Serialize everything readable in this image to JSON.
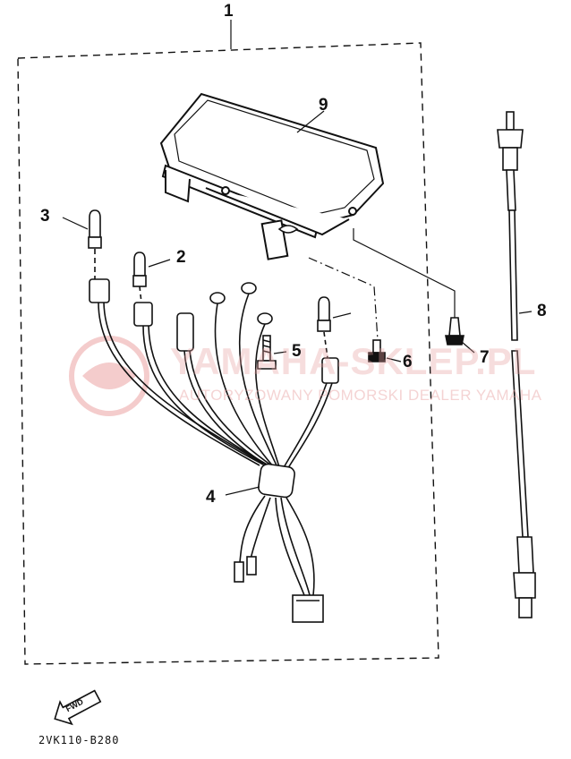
{
  "callouts": {
    "c1": "1",
    "c2": "2",
    "c3": "3",
    "c4": "4",
    "c5": "5",
    "c6": "6",
    "c7": "7",
    "c8": "8",
    "c9": "9"
  },
  "watermark": {
    "main": "YAMAHA-SKLEP.PL",
    "sub": "AUTORYZOWANY POMORSKI DEALER YAMAHA"
  },
  "fwd_label": "FWD",
  "part_code": "2VK110-B280",
  "colors": {
    "ink": "#111111",
    "watermark": "#e8a0a0"
  }
}
